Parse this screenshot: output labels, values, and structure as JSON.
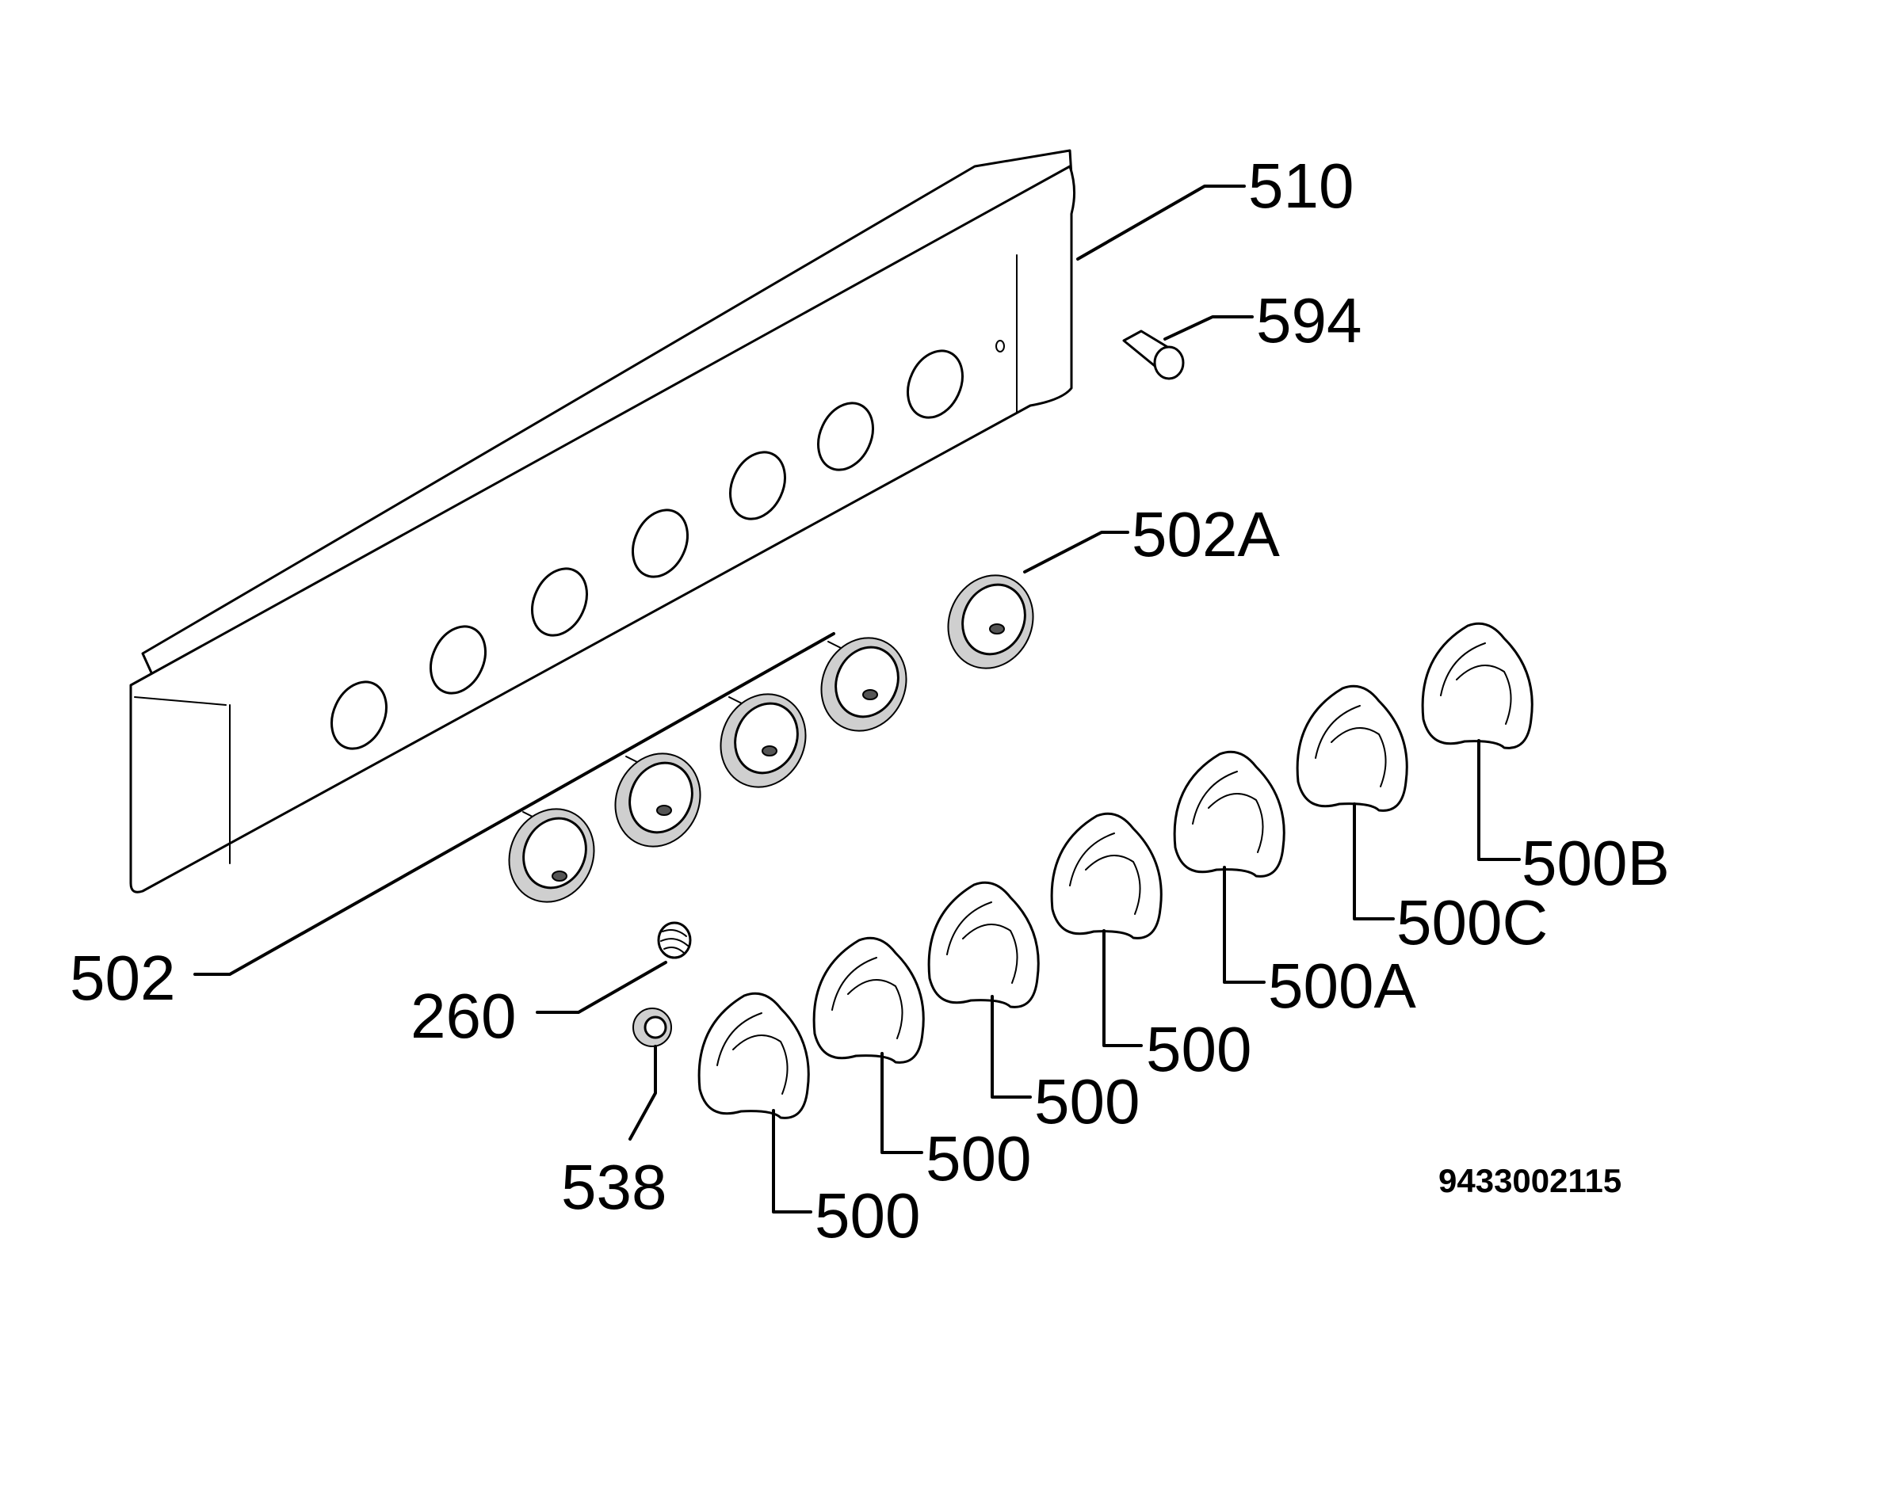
{
  "labels": {
    "panel": "510",
    "indicator_lens": "594",
    "bezel_single": "502A",
    "bezel_group": "502",
    "spring": "260",
    "bushing": "538",
    "knob": "500",
    "knob_a": "500A",
    "knob_b": "500B",
    "knob_c": "500C"
  },
  "drawing_number": "9433002115"
}
